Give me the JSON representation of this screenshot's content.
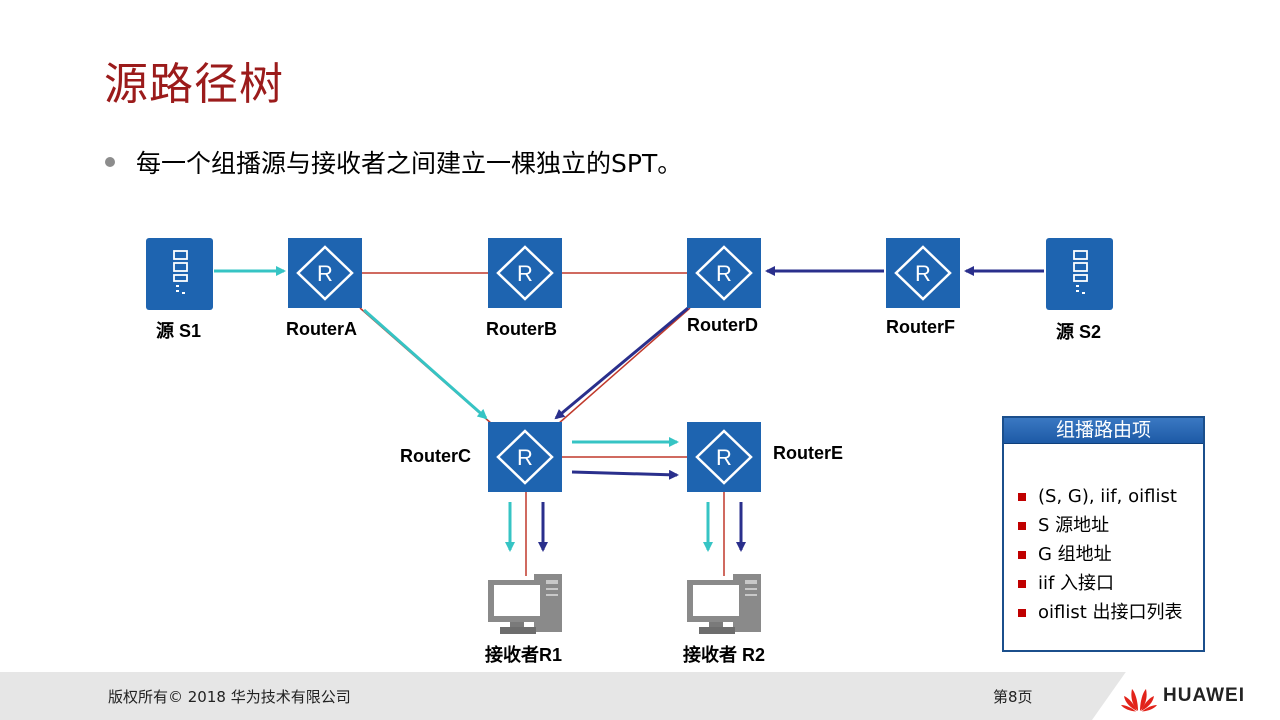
{
  "slide": {
    "title": "源路径树",
    "bullet": "每一个组播源与接收者之间建立一棵独立的SPT。"
  },
  "nodes": {
    "source_s1": "源 S1",
    "router_a": "RouterA",
    "router_b": "RouterB",
    "router_d": "RouterD",
    "router_f": "RouterF",
    "source_s2": "源 S2",
    "router_c": "RouterC",
    "router_e": "RouterE",
    "receiver_r1": "接收者R1",
    "receiver_r2": "接收者 R2"
  },
  "router_icon_letter": "R",
  "legend": {
    "title": "组播路由项",
    "items": [
      "(S, G), iif, oiflist",
      "S 源地址",
      "G 组地址",
      "iif 入接口",
      "oiflist 出接口列表"
    ]
  },
  "footer": {
    "copyright": "版权所有© 2018 华为技术有限公司",
    "page": "第8页",
    "brand": "HUAWEI"
  },
  "colors": {
    "title": "#9b1b1b",
    "node_blue": "#1e64b0",
    "link_red": "#c0392b",
    "flow_s1_cyan": "#36c4c4",
    "flow_s2_navy": "#2a2f8c",
    "legend_header": "#2a6ab8",
    "legend_bullet": "#c00000",
    "logo_red": "#e2231a"
  }
}
